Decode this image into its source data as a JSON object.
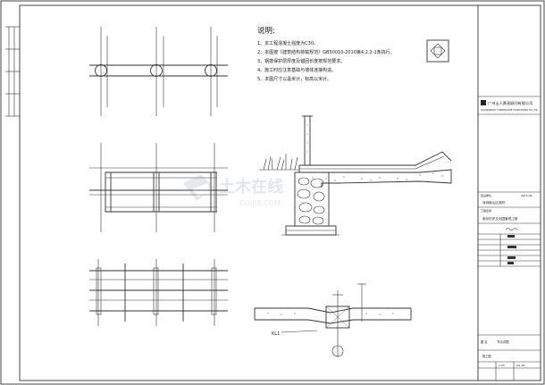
{
  "notes": {
    "title": "说明:",
    "items": [
      "1、本工程混凝土强度为C30。",
      "2、本图按《建筑结构荷载规范》GB50010-2010第4.2.2-1条执行。",
      "3、钢筋保护层厚度及锚固长度按规范要求。",
      "4、施工时应注意基础与墙体连接构造。",
      "5、本图尺寸以毫米计，标高以米计。"
    ]
  },
  "labels": {
    "beam_tag": "KL1"
  },
  "title_block": {
    "company": "广州土人景观顾问有限公司",
    "company_en": "GUANGZHOU TURENSCAPE CONSULTING CO.,LTD",
    "client_label": "建设单位",
    "client": "深圳南山区政府",
    "date": "2015.09",
    "project_label": "工程名称",
    "project": "南京历史文化园景观工程",
    "drawing_label": "图 名",
    "drawing_title": "节点详图",
    "stage": "施工图",
    "scale": "1:20",
    "sheet_no": "GS-18"
  },
  "watermark": {
    "text": "土木在线",
    "sub": "COI88.COM"
  }
}
